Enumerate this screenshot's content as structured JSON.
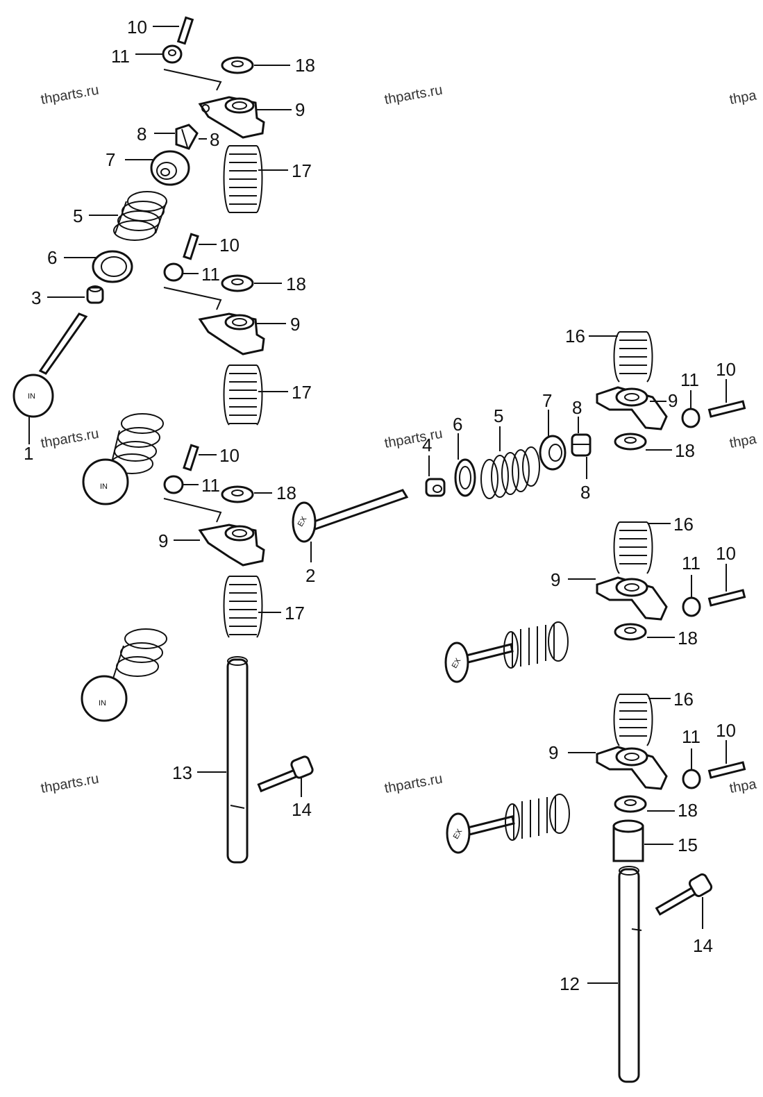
{
  "watermark": "thparts.ru",
  "watermark_partial": "thpa",
  "valve_marks": {
    "intake": "IN",
    "exhaust": "EX"
  },
  "numbers": {
    "n1": "1",
    "n2": "2",
    "n3": "3",
    "n4": "4",
    "n5": "5",
    "n6": "6",
    "n7": "7",
    "n8": "8",
    "n9": "9",
    "n10": "10",
    "n11": "11",
    "n12": "12",
    "n13": "13",
    "n14": "14",
    "n15": "15",
    "n16": "16",
    "n17": "17",
    "n18": "18"
  }
}
